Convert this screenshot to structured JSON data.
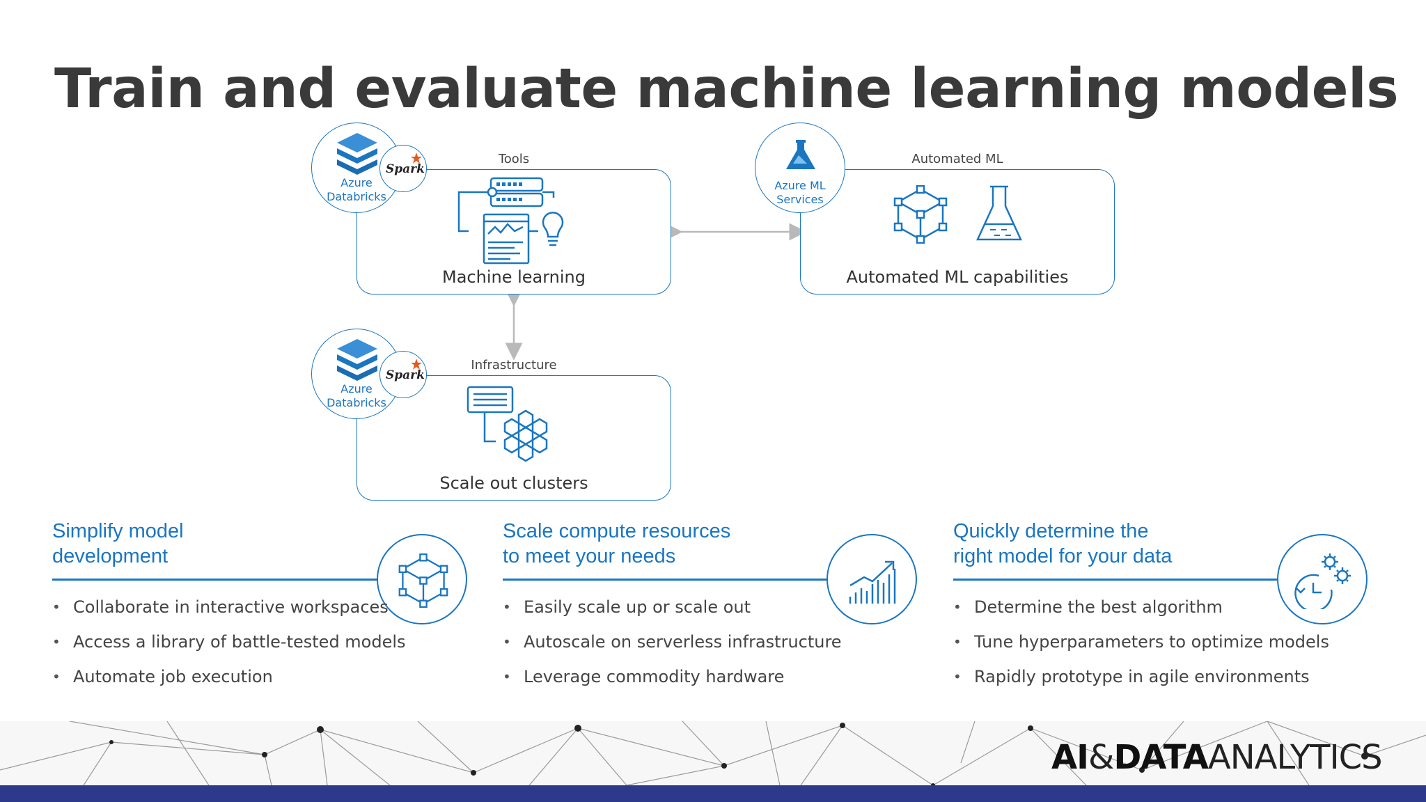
{
  "slide": {
    "title": "Train and evaluate machine learning models"
  },
  "diagram": {
    "tools": {
      "label": "Tools",
      "caption": "Machine learning",
      "badge_lines": [
        "Azure",
        "Databricks"
      ],
      "spark": "Spark"
    },
    "automl": {
      "label": "Automated ML",
      "caption": "Automated ML capabilities",
      "badge_lines": [
        "Azure ML",
        "Services"
      ]
    },
    "infrastructure": {
      "label": "Infrastructure",
      "caption": "Scale out clusters",
      "badge_lines": [
        "Azure",
        "Databricks"
      ],
      "spark": "Spark"
    }
  },
  "columns": [
    {
      "heading_lines": [
        "Simplify model",
        "development"
      ],
      "icon": "cube-network-icon",
      "bullets": [
        "Collaborate in interactive workspaces",
        "Access a library of battle-tested models",
        "Automate job execution"
      ]
    },
    {
      "heading_lines": [
        "Scale compute resources",
        "to meet your needs"
      ],
      "icon": "growth-chart-icon",
      "bullets": [
        "Easily scale up or scale out",
        "Autoscale on serverless infrastructure",
        "Leverage commodity hardware"
      ]
    },
    {
      "heading_lines": [
        "Quickly determine the",
        "right model for your data"
      ],
      "icon": "gears-clock-icon",
      "bullets": [
        "Determine the best algorithm",
        "Tune hyperparameters to optimize models",
        "Rapidly prototype in agile environments"
      ]
    }
  ],
  "footer": {
    "brand_bold": "AI",
    "brand_amp": "&",
    "brand_data": "DATA",
    "brand_light": "ANALYTICS"
  },
  "colors": {
    "accent": "#1a76c1",
    "title": "#3a3a3a",
    "footer_bar": "#2d3a8c"
  }
}
